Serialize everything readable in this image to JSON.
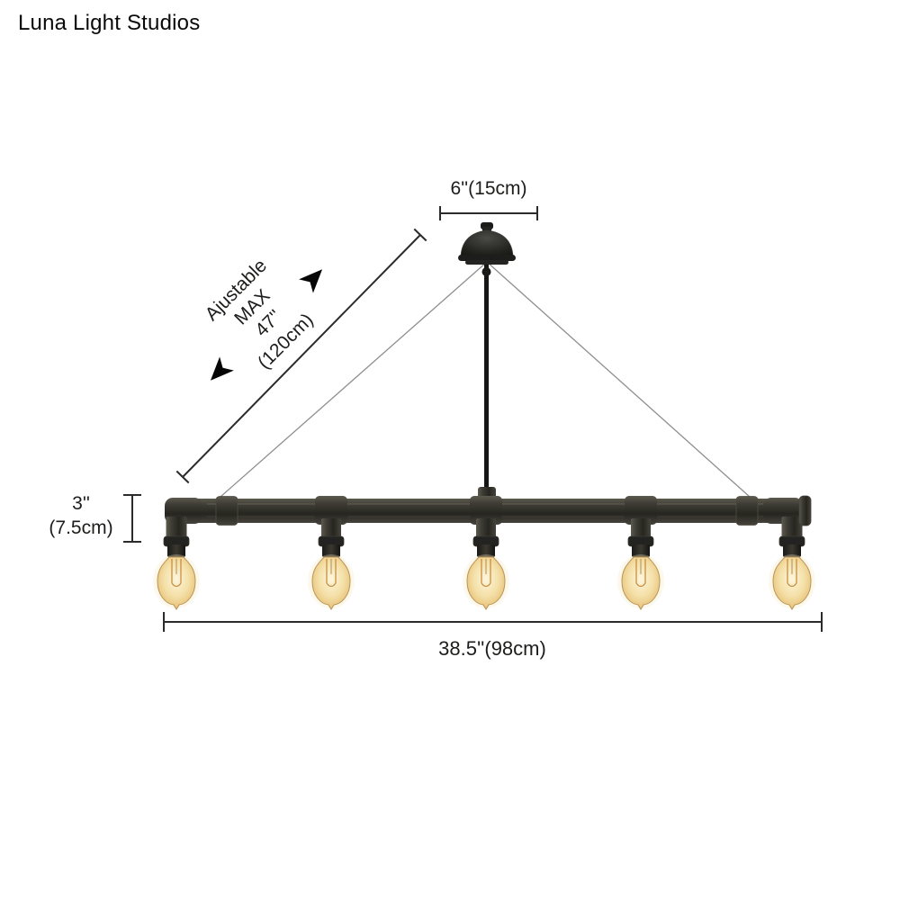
{
  "brand": "Luna Light Studios",
  "annotations": {
    "canopy_width": "6''(15cm)",
    "adjustable_lines": [
      "Ajustable",
      "MAX",
      "47''",
      "(120cm)"
    ],
    "pipe_height_lines": [
      "3''",
      "(7.5cm)"
    ],
    "fixture_width": "38.5''(98cm)"
  },
  "fixture": {
    "bulb_count": 5
  },
  "colors": {
    "background": "#ffffff",
    "metal_dark": "#26251f",
    "metal_light": "#5d5a4e",
    "bulb_glow": "#f4dfa6",
    "dimension_line": "#2b2b2b",
    "wire": "#8f8f8f"
  }
}
